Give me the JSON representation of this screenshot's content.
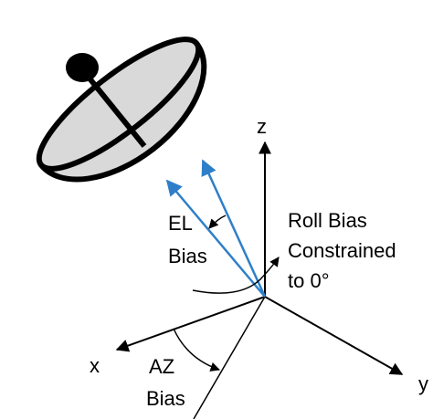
{
  "labels": {
    "z_axis": "z",
    "y_axis": "y",
    "x_axis": "x",
    "el_bias_line1": "EL",
    "el_bias_line2": "Bias",
    "az_bias_line1": "AZ",
    "az_bias_line2": "Bias",
    "roll_bias_line1": "Roll Bias",
    "roll_bias_line2": "Constrained",
    "roll_bias_line3": "to 0°"
  },
  "colors": {
    "dish_fill": "#d9d9d9",
    "outline": "#000000",
    "boresight_vector": "#2f7fc8"
  }
}
